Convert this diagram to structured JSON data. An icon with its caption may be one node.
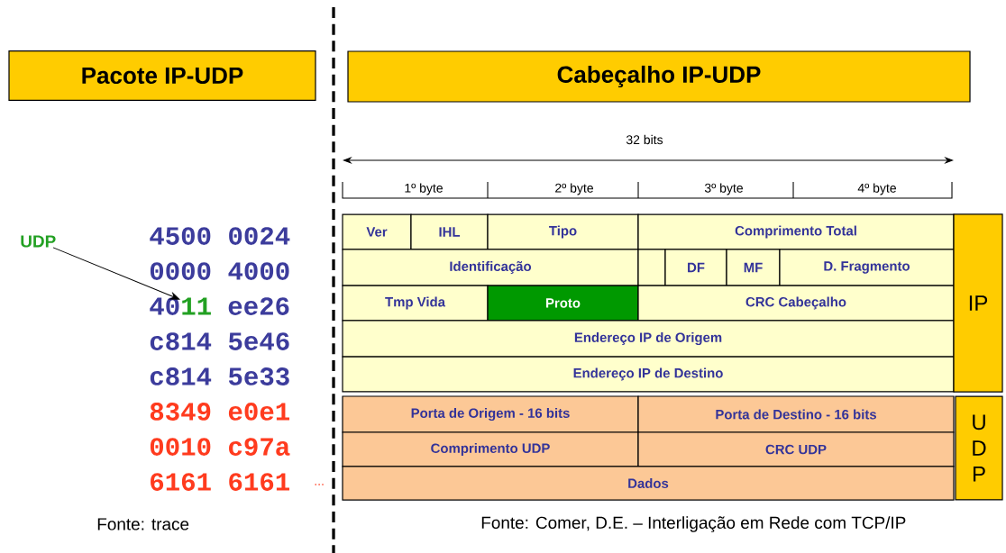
{
  "diagram": {
    "nodes": [
      {
        "text": [
          "Pacote IP-UDP"
        ]
      },
      {
        "text": [
          "Cabeçalho IP-UDP"
        ]
      },
      {
        "text": [
          "UDP"
        ]
      },
      {
        "text": [
          "11"
        ]
      },
      {
        "text": [
          "Ver"
        ]
      },
      {
        "text": [
          "IHL"
        ]
      },
      {
        "text": [
          "Tipo"
        ]
      },
      {
        "text": [
          "Comprimento Total"
        ]
      },
      {
        "text": [
          "Identificação"
        ]
      },
      {
        "text": [],
        "shape": "box"
      },
      {
        "text": [
          "DF"
        ]
      },
      {
        "text": [
          "MF"
        ]
      },
      {
        "text": [
          "D. Fragmento"
        ]
      },
      {
        "text": [
          "Tmp Vida"
        ]
      },
      {
        "text": [
          "Proto"
        ]
      },
      {
        "text": [
          "CRC Cabeçalho"
        ]
      },
      {
        "text": [
          "Endereço IP de Origem"
        ]
      },
      {
        "text": [
          "Endereço IP de Destino"
        ]
      },
      {
        "text": [
          "IP"
        ]
      },
      {
        "text": [
          "Porta de Origem - 16 bits"
        ]
      },
      {
        "text": [
          "Porta de Destino - 16 bits"
        ]
      },
      {
        "text": [
          "Comprimento UDP"
        ]
      },
      {
        "text": [
          "CRC UDP"
        ]
      },
      {
        "text": [
          "Dados"
        ]
      },
      {
        "text": [
          "U D P"
        ]
      }
    ],
    "edges": [
      {
        "from": 2,
        "to": 3,
        "arrow": "to"
      }
    ],
    "labels": [
      "32 bits",
      "1º byte",
      "2º byte",
      "3º byte",
      "4º byte",
      "4500 0024",
      "0000 4000",
      "40",
      "ee26",
      "c814 5e46",
      "c814 5e33",
      "8349 e0e1",
      "0010 c97a",
      "6161 6161",
      "...",
      "Fonte: trace",
      "Fonte: Comer, D.E. – Interligação em Rede com TCP/IP"
    ]
  }
}
